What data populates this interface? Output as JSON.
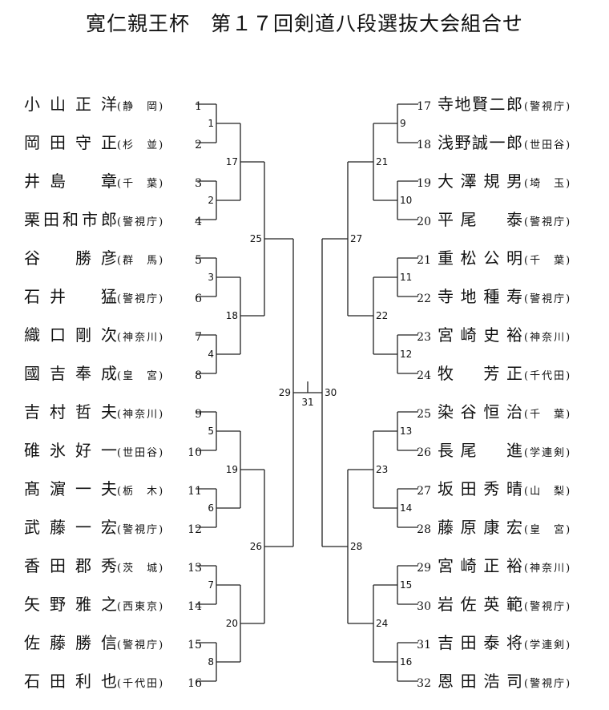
{
  "title": "寛仁親王杯　第１７回剣道八段選抜大会組合せ",
  "left_players": [
    {
      "seed": "1",
      "name": "小山正洋",
      "pref": "(静　岡)"
    },
    {
      "seed": "2",
      "name": "岡田守正",
      "pref": "(杉　並)"
    },
    {
      "seed": "3",
      "name": "井島　章",
      "pref": "(千　葉)"
    },
    {
      "seed": "4",
      "name": "栗田和市郎",
      "pref": "(警視庁)"
    },
    {
      "seed": "5",
      "name": "谷　勝彦",
      "pref": "(群　馬)"
    },
    {
      "seed": "6",
      "name": "石井　猛",
      "pref": "(警視庁)"
    },
    {
      "seed": "7",
      "name": "織口剛次",
      "pref": "(神奈川)"
    },
    {
      "seed": "8",
      "name": "國吉奉成",
      "pref": "(皇　宮)"
    },
    {
      "seed": "9",
      "name": "吉村哲夫",
      "pref": "(神奈川)"
    },
    {
      "seed": "10",
      "name": "碓氷好一",
      "pref": "(世田谷)"
    },
    {
      "seed": "11",
      "name": "髙濵一夫",
      "pref": "(栃　木)"
    },
    {
      "seed": "12",
      "name": "武藤一宏",
      "pref": "(警視庁)"
    },
    {
      "seed": "13",
      "name": "香田郡秀",
      "pref": "(茨　城)"
    },
    {
      "seed": "14",
      "name": "矢野雅之",
      "pref": "(西東京)"
    },
    {
      "seed": "15",
      "name": "佐藤勝信",
      "pref": "(警視庁)"
    },
    {
      "seed": "16",
      "name": "石田利也",
      "pref": "(千代田)"
    }
  ],
  "right_players": [
    {
      "seed": "17",
      "name": "寺地賢二郎",
      "pref": "(警視庁)"
    },
    {
      "seed": "18",
      "name": "浅野誠一郎",
      "pref": "(世田谷)"
    },
    {
      "seed": "19",
      "name": "大澤規男",
      "pref": "(埼　玉)"
    },
    {
      "seed": "20",
      "name": "平尾　泰",
      "pref": "(警視庁)"
    },
    {
      "seed": "21",
      "name": "重松公明",
      "pref": "(千　葉)"
    },
    {
      "seed": "22",
      "name": "寺地種寿",
      "pref": "(警視庁)"
    },
    {
      "seed": "23",
      "name": "宮崎史裕",
      "pref": "(神奈川)"
    },
    {
      "seed": "24",
      "name": "牧　芳正",
      "pref": "(千代田)"
    },
    {
      "seed": "25",
      "name": "染谷恒治",
      "pref": "(千　葉)"
    },
    {
      "seed": "26",
      "name": "長尾　進",
      "pref": "(学連剣)"
    },
    {
      "seed": "27",
      "name": "坂田秀晴",
      "pref": "(山　梨)"
    },
    {
      "seed": "28",
      "name": "藤原康宏",
      "pref": "(皇　宮)"
    },
    {
      "seed": "29",
      "name": "宮崎正裕",
      "pref": "(神奈川)"
    },
    {
      "seed": "30",
      "name": "岩佐英範",
      "pref": "(警視庁)"
    },
    {
      "seed": "31",
      "name": "吉田泰将",
      "pref": "(学連剣)"
    },
    {
      "seed": "32",
      "name": "恩田浩司",
      "pref": "(警視庁)"
    }
  ],
  "match_numbers": {
    "left_r1": [
      "1",
      "2",
      "3",
      "4",
      "5",
      "6",
      "7",
      "8"
    ],
    "left_r2": [
      "17",
      "18",
      "19",
      "20"
    ],
    "left_r3": [
      "25",
      "26"
    ],
    "left_semi": "29",
    "right_r1": [
      "9",
      "10",
      "11",
      "12",
      "13",
      "14",
      "15",
      "16"
    ],
    "right_r2": [
      "21",
      "22",
      "23",
      "24"
    ],
    "right_r3": [
      "27",
      "28"
    ],
    "right_semi": "30",
    "final": "31"
  }
}
